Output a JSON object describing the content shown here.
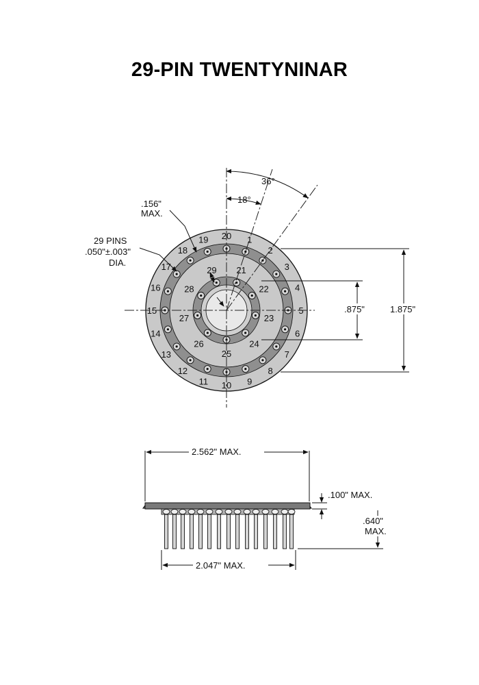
{
  "title": "29-PIN TWENTYNINAR",
  "top_view": {
    "angle_large": "36°",
    "angle_small": "18°",
    "ring_width_label_line1": ".156\"",
    "ring_width_label_line2": "MAX.",
    "pins_label_line1": "29 PINS",
    "pins_label_line2": ".050\"±.003\"",
    "pins_label_line3": "DIA.",
    "inner_dia": ".875\"",
    "outer_dia": "1.875\"",
    "outer_pin_numbers": [
      "1",
      "2",
      "3",
      "4",
      "5",
      "6",
      "7",
      "8",
      "9",
      "10",
      "11",
      "12",
      "13",
      "14",
      "15",
      "16",
      "17",
      "18",
      "19",
      "20"
    ],
    "inner_pin_numbers": [
      "21",
      "22",
      "23",
      "24",
      "25",
      "26",
      "27",
      "28",
      "29"
    ]
  },
  "side_view": {
    "overall_width": "2.562\" MAX.",
    "flange_thickness": ".100\" MAX.",
    "pin_length_line1": ".640\"",
    "pin_length_line2": "MAX.",
    "pin_field_width": "2.047\" MAX."
  },
  "colors": {
    "ink": "#111111",
    "body_gray": "#c8c8c8",
    "ring_gray": "#9a9a9a",
    "dark_gray": "#6e6e6e"
  }
}
